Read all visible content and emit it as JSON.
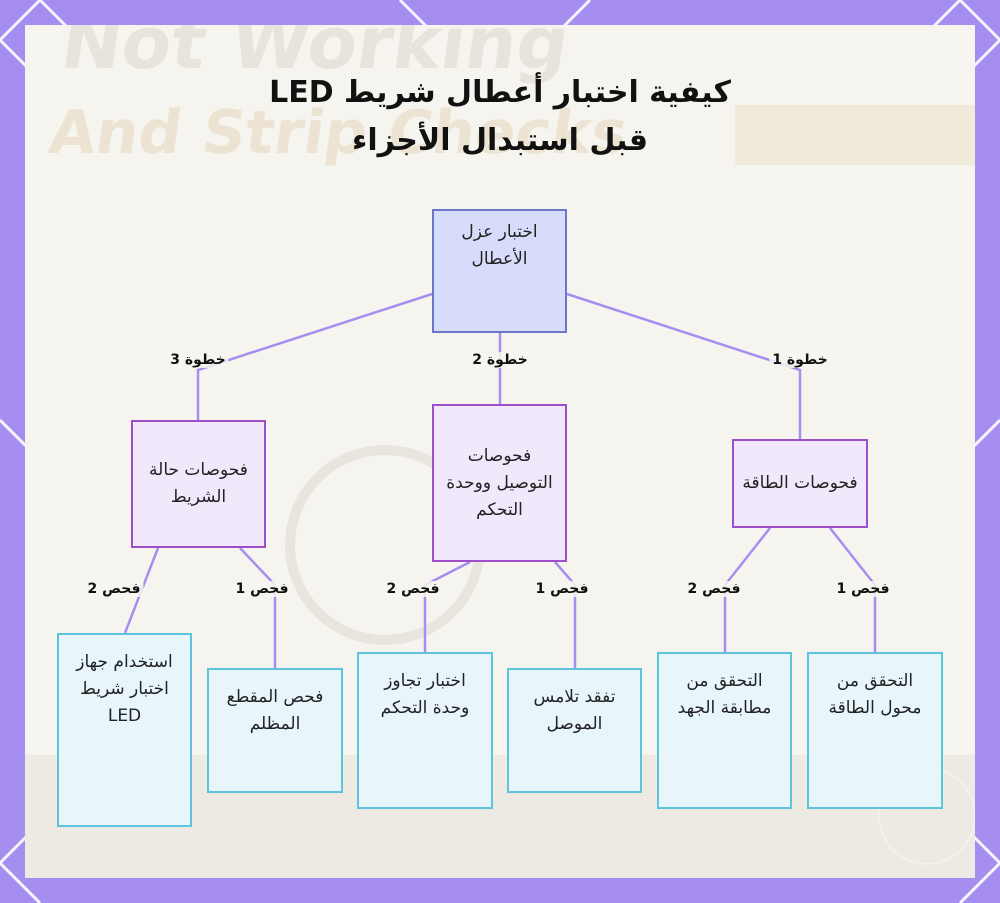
{
  "title": {
    "line1": "كيفية اختبار أعطال شريط LED",
    "line2": "قبل استبدال الأجزاء"
  },
  "background_text": {
    "line1": "Not Working",
    "line2": "And Strip Checks"
  },
  "colors": {
    "frame": "#a58ef0",
    "root_fill": "#d8dcfb",
    "root_border": "#6a78c8",
    "mid_fill": "#f1e8fb",
    "mid_border": "#9d4fc7",
    "leaf_fill": "#e8f6fc",
    "leaf_border": "#5cc4dc",
    "connector": "#a58ef0"
  },
  "root": {
    "text": "اختبار عزل الأعطال"
  },
  "steps": [
    {
      "label": "خطوة 3",
      "node": "فحوصات حالة الشريط",
      "checks": [
        {
          "label": "فحص 2",
          "node": "استخدام جهاز اختبار شريط LED"
        },
        {
          "label": "فحص 1",
          "node": "فحص المقطع المظلم"
        }
      ]
    },
    {
      "label": "خطوة 2",
      "node": "فحوصات التوصيل ووحدة التحكم",
      "checks": [
        {
          "label": "فحص 2",
          "node": "اختبار تجاوز وحدة التحكم"
        },
        {
          "label": "فحص 1",
          "node": "تفقد تلامس الموصل"
        }
      ]
    },
    {
      "label": "خطوة 1",
      "node": "فحوصات الطاقة",
      "checks": [
        {
          "label": "فحص 2",
          "node": "التحقق من مطابقة الجهد"
        },
        {
          "label": "فحص 1",
          "node": "التحقق من محول الطاقة"
        }
      ]
    }
  ]
}
